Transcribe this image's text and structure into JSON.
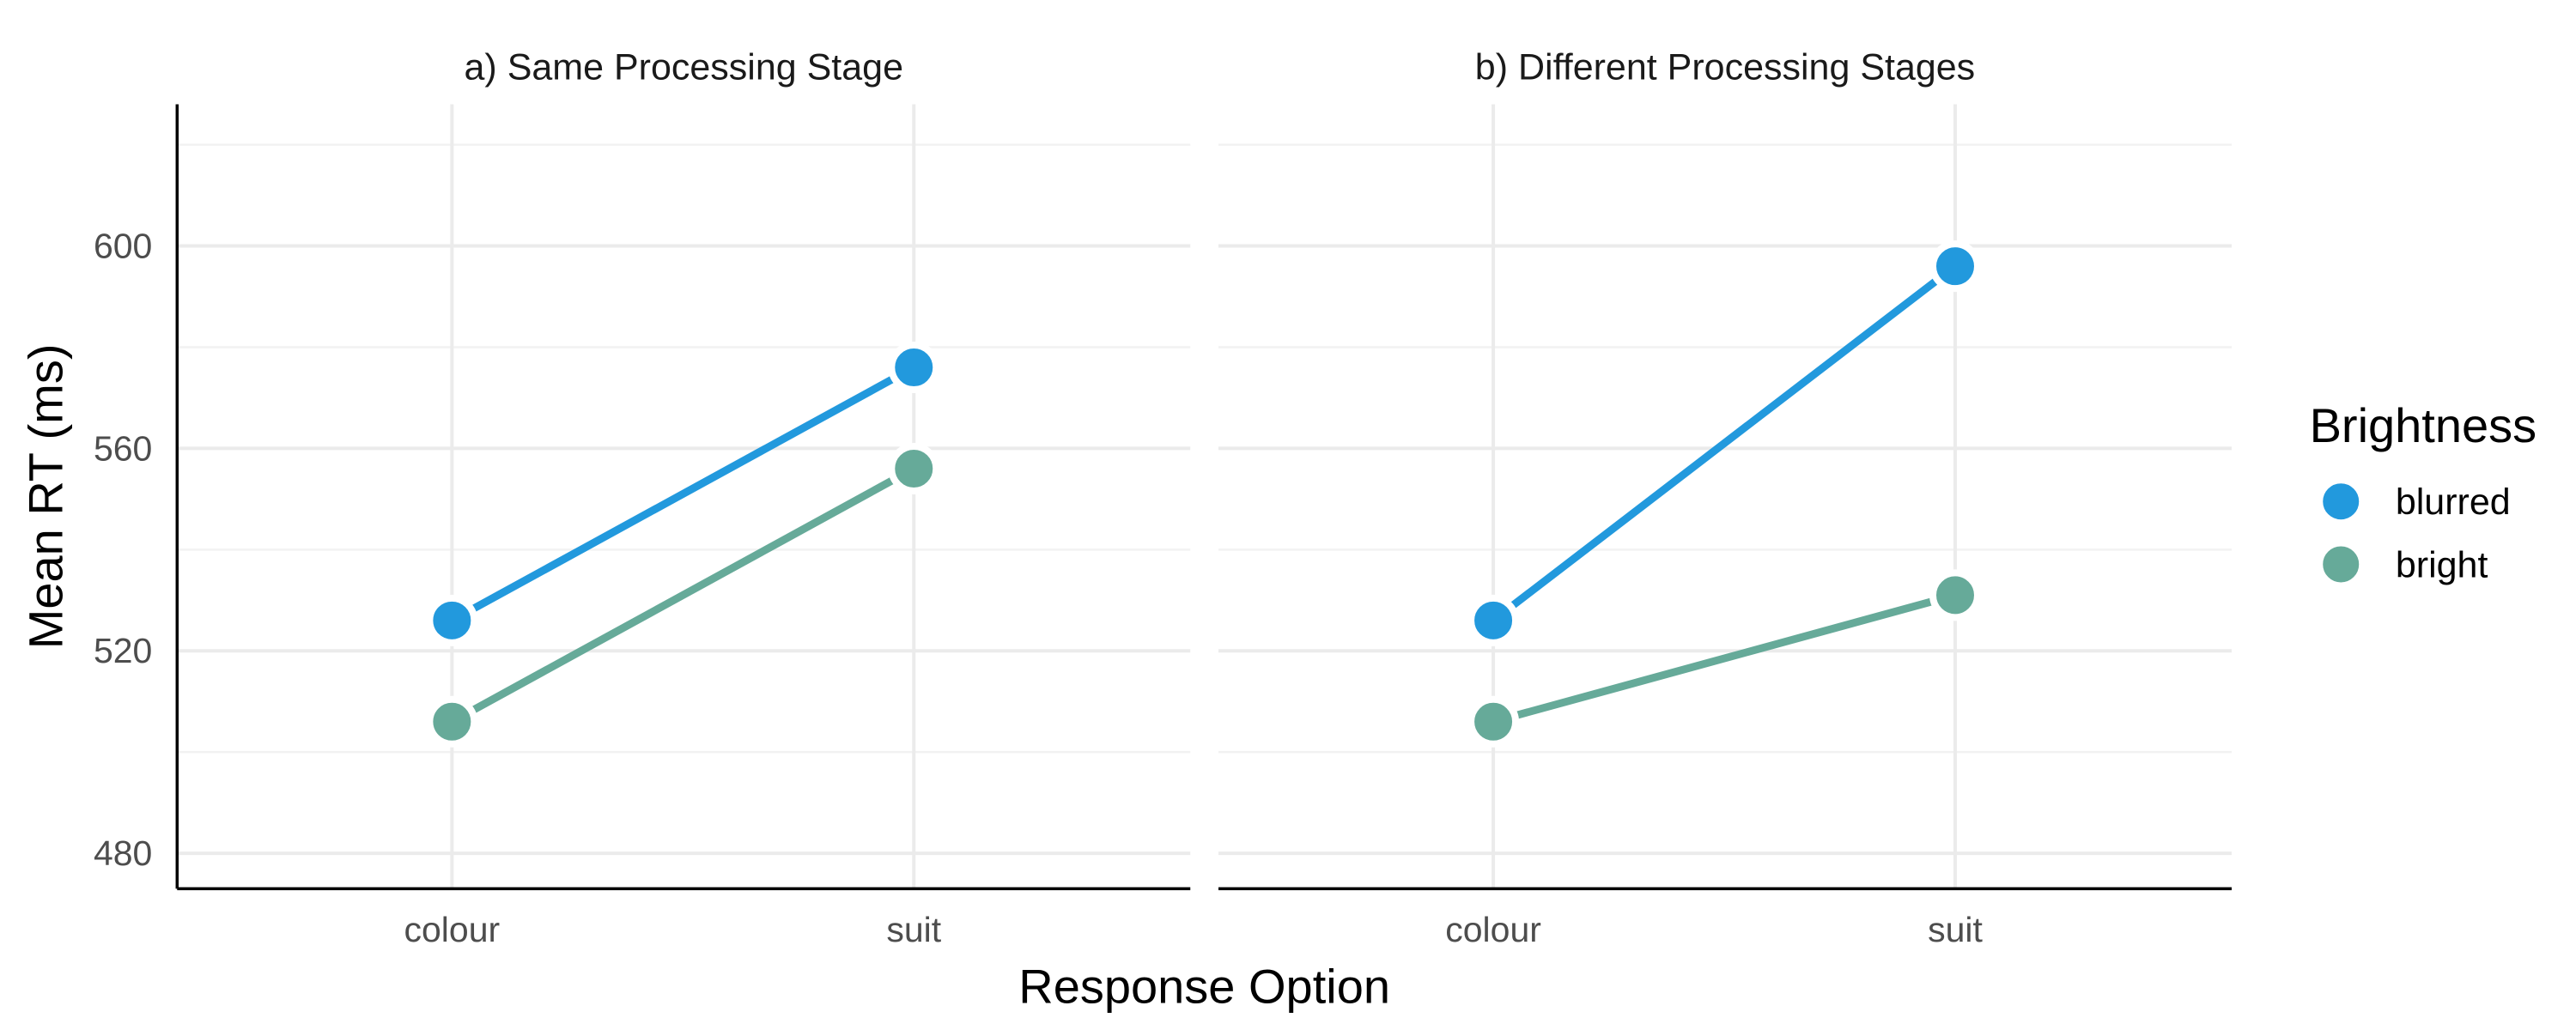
{
  "chart_data": {
    "type": "line",
    "xlabel": "Response Option",
    "ylabel": "Mean RT (ms)",
    "ylim": [
      473,
      628
    ],
    "yticks": [
      480,
      520,
      560,
      600
    ],
    "yticks_minor": [
      500,
      540,
      580,
      620
    ],
    "categories": [
      "colour",
      "suit"
    ],
    "grid": true,
    "legend": {
      "title": "Brightness",
      "position": "right",
      "entries": [
        "blurred",
        "bright"
      ]
    },
    "colors": {
      "blurred": "#2299DD",
      "bright": "#66AA99"
    },
    "panels": [
      {
        "title": "a) Same Processing Stage",
        "series": [
          {
            "name": "blurred",
            "values": [
              526,
              576
            ]
          },
          {
            "name": "bright",
            "values": [
              506,
              556
            ]
          }
        ]
      },
      {
        "title": "b) Different Processing Stages",
        "series": [
          {
            "name": "blurred",
            "values": [
              526,
              596
            ]
          },
          {
            "name": "bright",
            "values": [
              506,
              531
            ]
          }
        ]
      }
    ]
  }
}
